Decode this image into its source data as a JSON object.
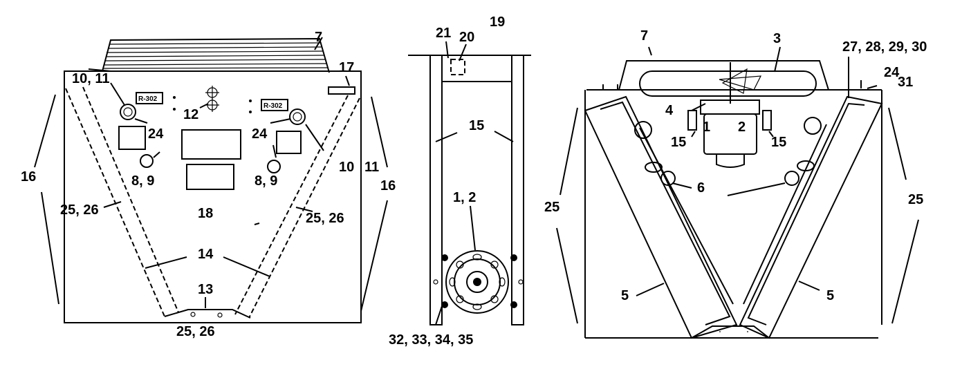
{
  "callouts": {
    "c7_left": "7",
    "c10_11_left": "10, 11",
    "c17": "17",
    "c12": "12",
    "c24_left_a": "24",
    "c24_left_b": "24",
    "c8_9_left": "8, 9",
    "c8_9_right": "8, 9",
    "c10_right": "10",
    "c11_right": "11",
    "c16_left": "16",
    "c16_right": "16",
    "c25_26_left": "25, 26",
    "c25_26_right": "25, 26",
    "c18": "18",
    "c14": "14",
    "c13": "13",
    "c25_26_bottom": "25, 26",
    "c21": "21",
    "c20": "20",
    "c19": "19",
    "c15_mid": "15",
    "c1_2_mid": "1, 2",
    "c32_35": "32, 33, 34, 35",
    "c7_right": "7",
    "c3": "3",
    "c27_30": "27, 28, 29, 30",
    "c24_right": "24",
    "c31": "31",
    "c4": "4",
    "c1_right": "1",
    "c2_right": "2",
    "c15_right_a": "15",
    "c15_right_b": "15",
    "c6": "6",
    "c25_right_a": "25",
    "c25_right_b": "25",
    "c5_a": "5",
    "c5_b": "5"
  },
  "plates": {
    "left_tag": "R-302",
    "right_tag": "R-302"
  }
}
